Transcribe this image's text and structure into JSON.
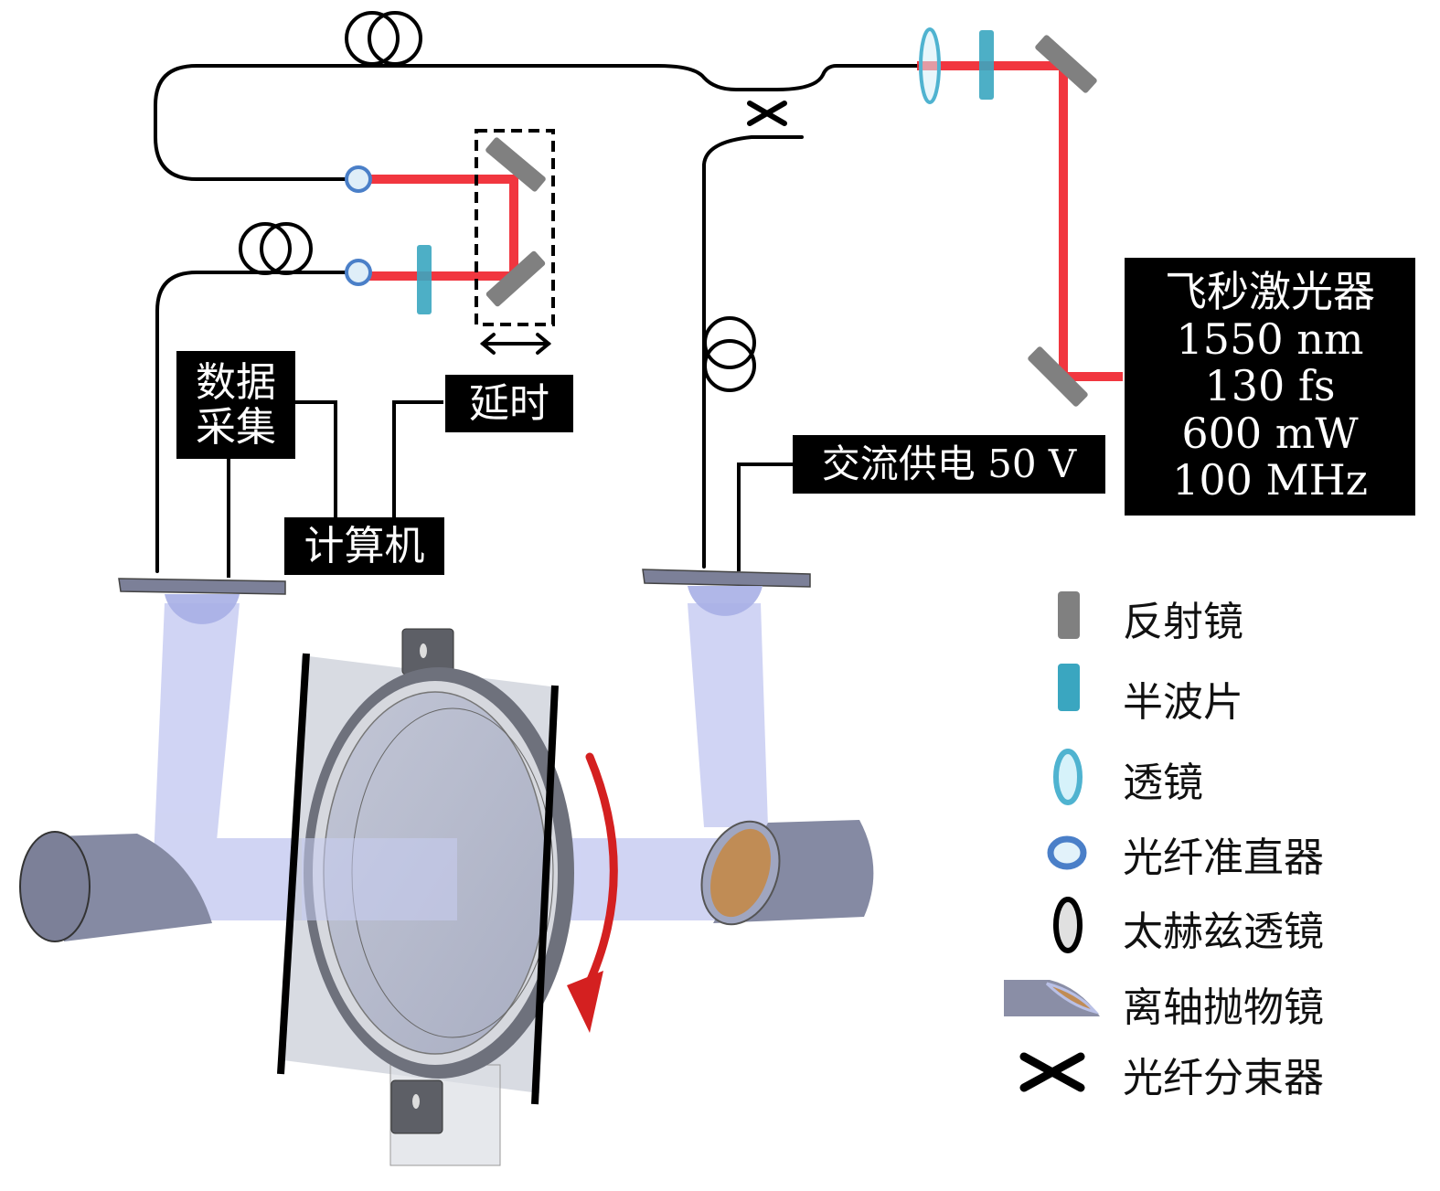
{
  "diagram": {
    "title": "THz time-domain optical setup",
    "colors": {
      "laser_beam": "#f0252f",
      "fiber": "#000000",
      "mirror": "#808080",
      "half_wave_plate": "#3aa6c0",
      "lens": "#7fd3e6",
      "collimator": "#4a7fc8",
      "thz_beam": "#c8cdf2",
      "parabolic_mirror": "#8a8ea6",
      "parabolic_mirror_face": "#c08c55",
      "rotation_arrow": "#d42020",
      "label_bg": "#000000",
      "label_text": "#ffffff"
    },
    "labels": {
      "laser_name": "飞秒激光器",
      "laser_wavelength": "1550 nm",
      "laser_pulse": "130 fs",
      "laser_power": "600 mW",
      "laser_rep_rate": "100 MHz",
      "data_acq_line1": "数据",
      "data_acq_line2": "采集",
      "delay": "延时",
      "computer": "计算机",
      "ac_power": "交流供电 50 V"
    },
    "legend": [
      {
        "icon": "mirror-icon",
        "label": "反射镜"
      },
      {
        "icon": "half-wave-plate-icon",
        "label": "半波片"
      },
      {
        "icon": "lens-icon",
        "label": "透镜"
      },
      {
        "icon": "fiber-collimator-icon",
        "label": "光纤准直器"
      },
      {
        "icon": "thz-lens-icon",
        "label": "太赫兹透镜"
      },
      {
        "icon": "off-axis-parabolic-mirror-icon",
        "label": "离轴抛物镜"
      },
      {
        "icon": "fiber-splitter-icon",
        "label": "光纤分束器"
      }
    ]
  }
}
